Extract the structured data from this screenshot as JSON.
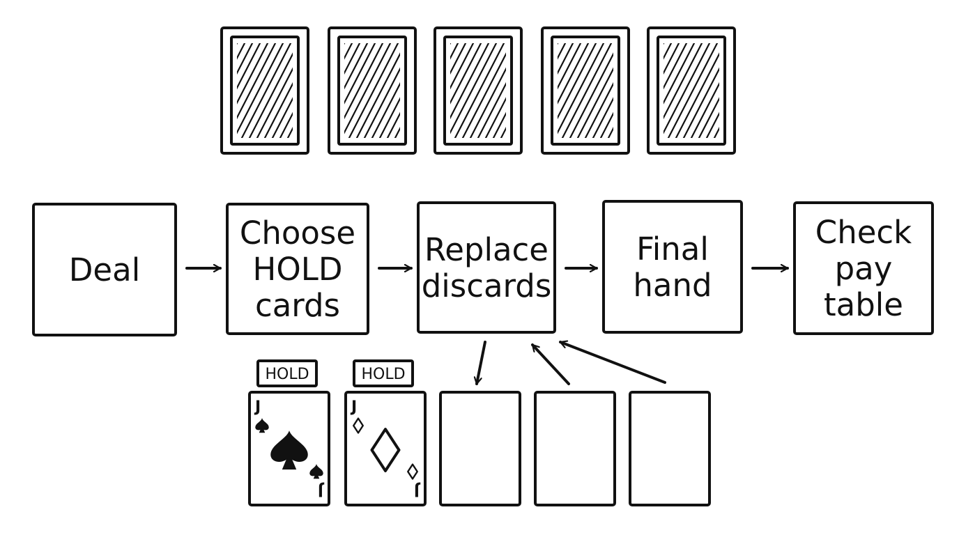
{
  "steps": [
    {
      "lines": [
        "Deal"
      ]
    },
    {
      "lines": [
        "Choose",
        "HOLD",
        "cards"
      ]
    },
    {
      "lines": [
        "Replace",
        "discards"
      ]
    },
    {
      "lines": [
        "Final",
        "hand"
      ]
    },
    {
      "lines": [
        "Check",
        "pay",
        "table"
      ]
    }
  ],
  "face_down_count": 5,
  "hand": [
    {
      "held": true,
      "rank": "J",
      "suit": "spade"
    },
    {
      "held": true,
      "rank": "J",
      "suit": "diamond"
    },
    {
      "held": false
    },
    {
      "held": false
    },
    {
      "held": false
    }
  ],
  "hold_label": "HOLD",
  "icons": [
    "card-back-icon",
    "spade-icon",
    "diamond-icon",
    "arrow-icon"
  ]
}
